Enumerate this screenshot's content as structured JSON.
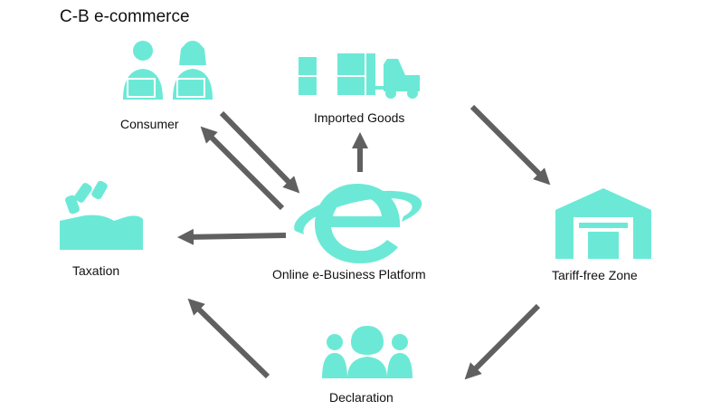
{
  "title": "C-B e-commerce",
  "nodes": {
    "consumer": "Consumer",
    "imported_goods": "Imported Goods",
    "taxation": "Taxation",
    "platform": "Online e-Business Platform",
    "tariff_free_zone": "Tariff-free Zone",
    "declaration": "Declaration"
  },
  "colors": {
    "icon": "#6CE9D6",
    "arrow": "#606060"
  },
  "icons": {
    "consumer": "two-people-at-laptops-icon",
    "imported_goods": "boxes-and-forklift-icon",
    "taxation": "hand-with-coins-icon",
    "platform": "e-logo-icon",
    "tariff_free_zone": "warehouse-icon",
    "declaration": "group-of-people-icon"
  }
}
